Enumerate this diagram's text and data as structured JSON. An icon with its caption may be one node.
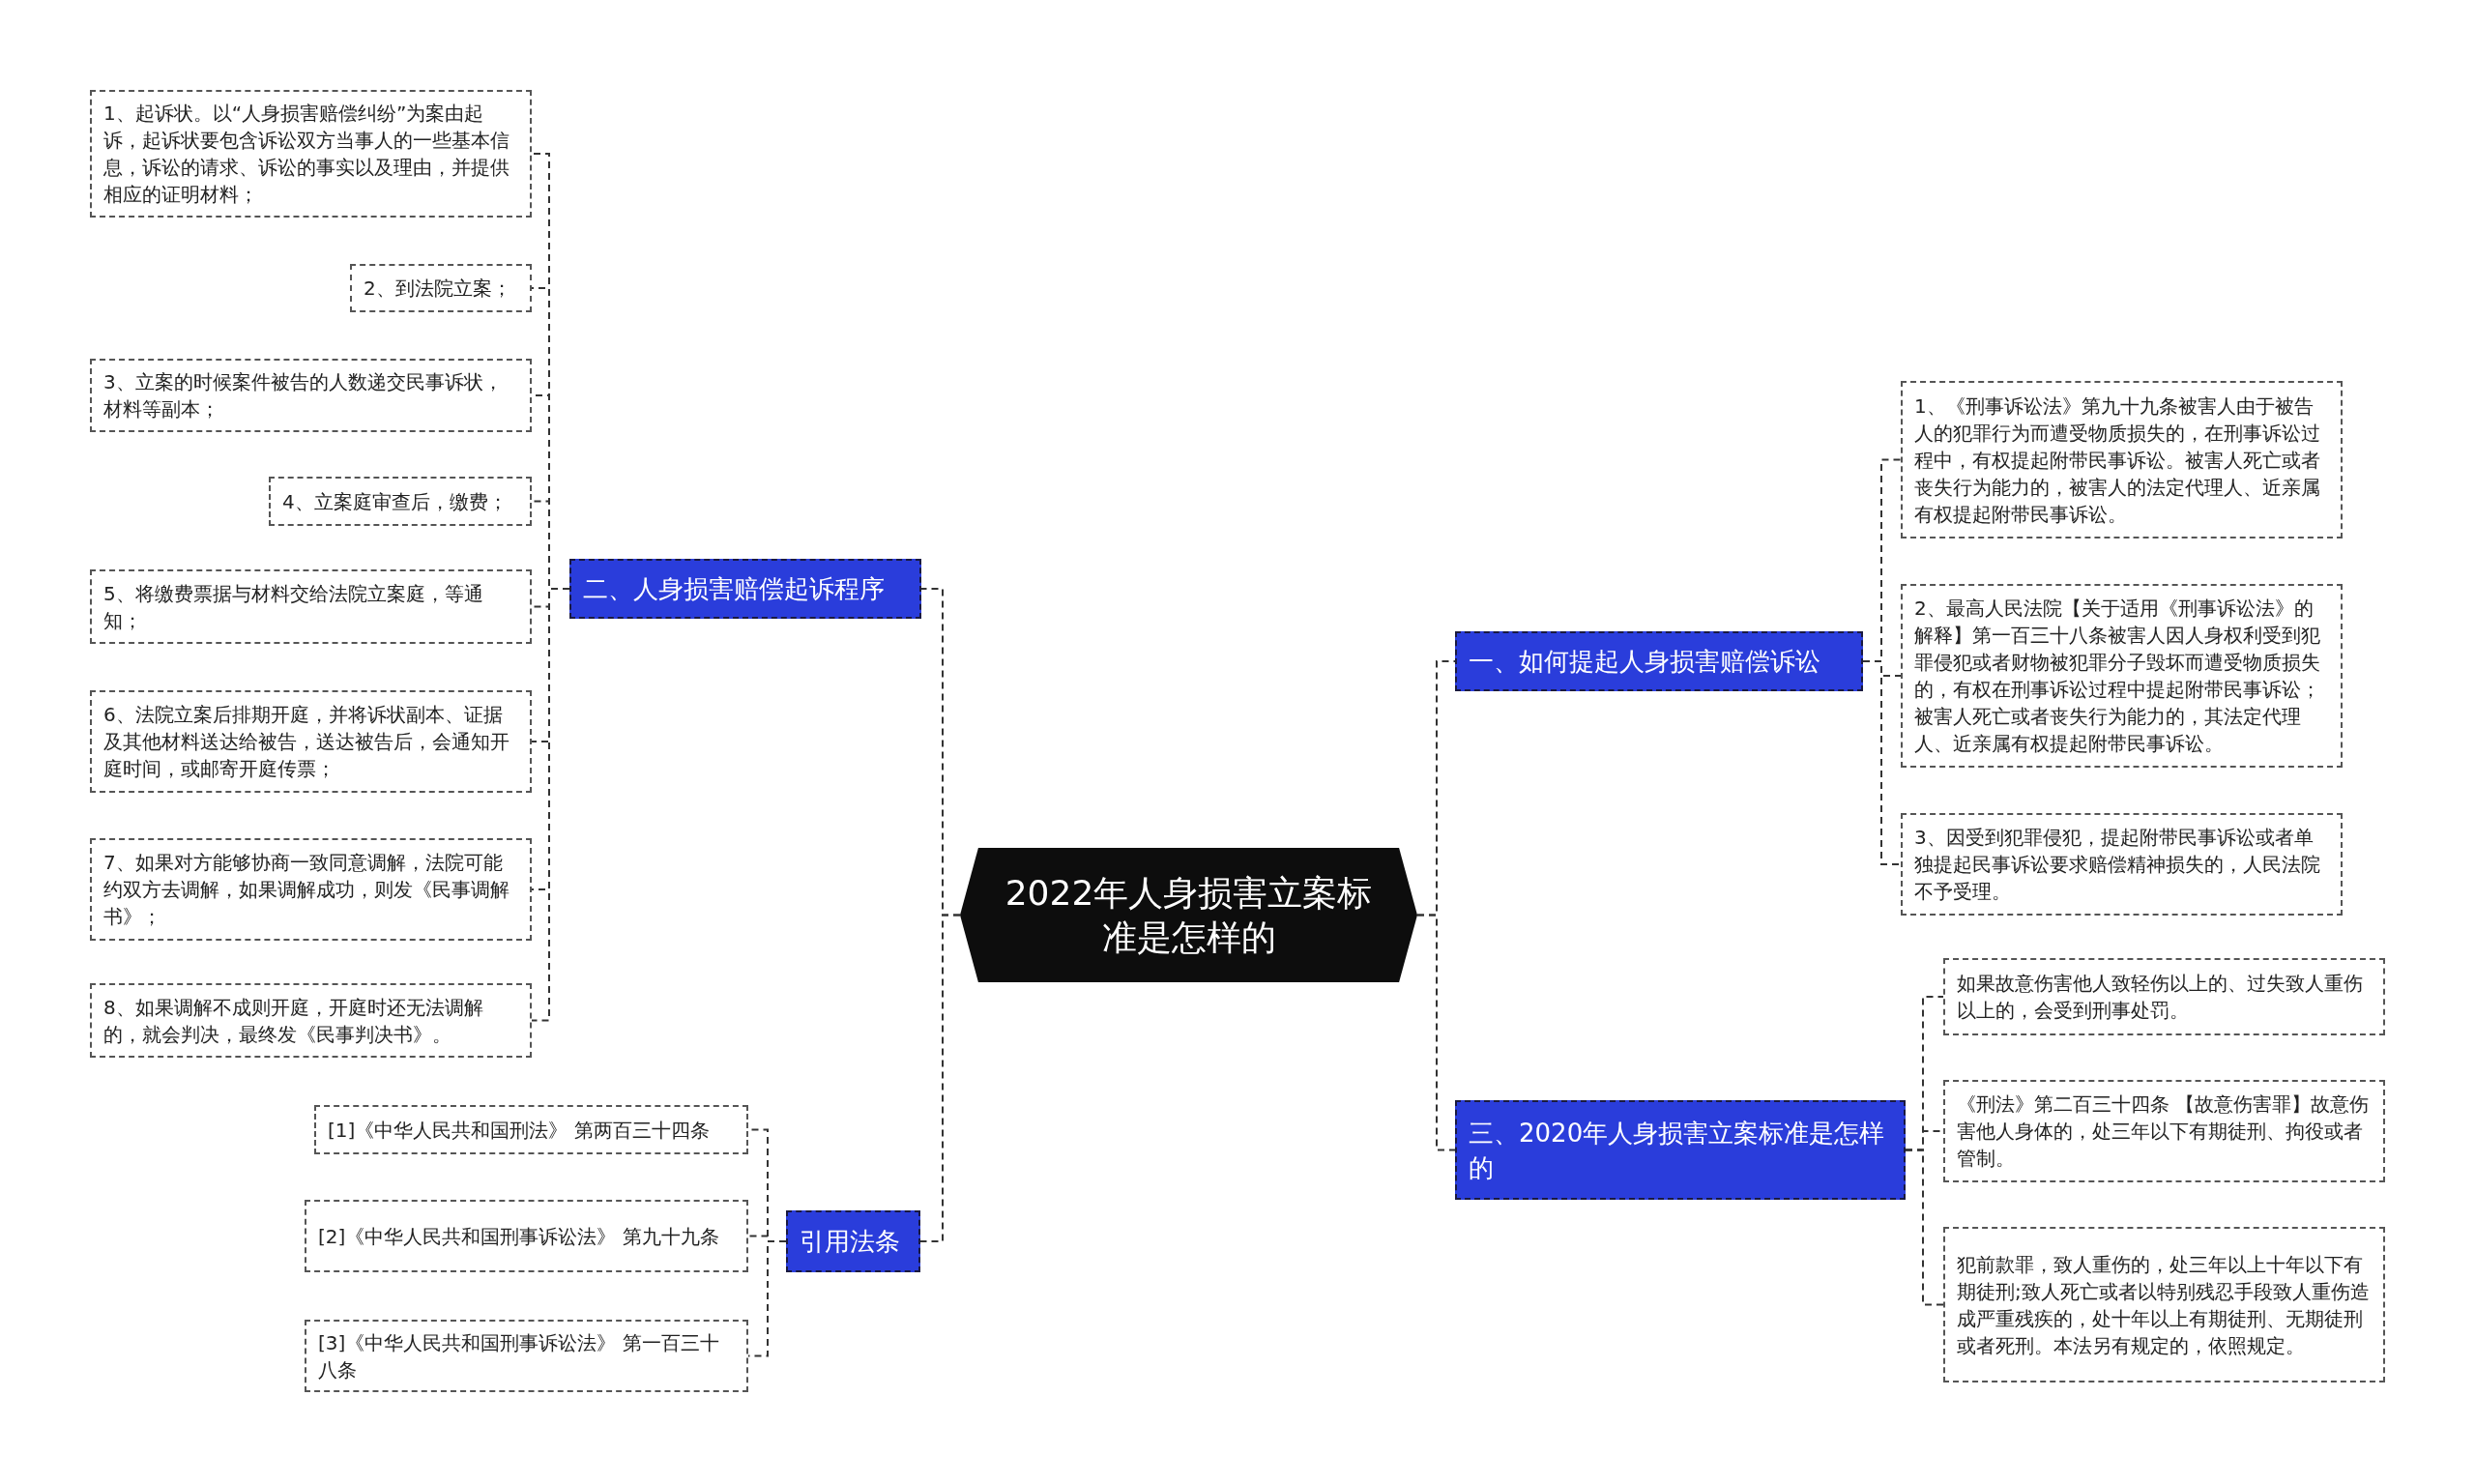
{
  "diagram": {
    "nodes": [
      {
        "text": [
          "2022年人身损害立案标准是怎样的"
        ]
      },
      {
        "text": [
          "二、人身损害赔偿起诉程序"
        ]
      },
      {
        "text": [
          "1、起诉状。以“人身损害赔偿纠纷”为案由起诉，起诉状要包含诉讼双方当事人的一些基本信息，诉讼的请求、诉讼的事实以及理由，并提供相应的证明材料；"
        ]
      },
      {
        "text": [
          "2、到法院立案；"
        ]
      },
      {
        "text": [
          "3、立案的时候案件被告的人数递交民事诉状，材料等副本；"
        ]
      },
      {
        "text": [
          "4、立案庭审查后，缴费；"
        ]
      },
      {
        "text": [
          "5、将缴费票据与材料交给法院立案庭，等通知；"
        ]
      },
      {
        "text": [
          "6、法院立案后排期开庭，并将诉状副本、证据及其他材料送达给被告，送达被告后，会通知开庭时间，或邮寄开庭传票；"
        ]
      },
      {
        "text": [
          "7、如果对方能够协商一致同意调解，法院可能约双方去调解，如果调解成功，则发《民事调解书》；"
        ]
      },
      {
        "text": [
          "8、如果调解不成则开庭，开庭时还无法调解的，就会判决，最终发《民事判决书》。"
        ]
      },
      {
        "text": [
          "引用法条"
        ]
      },
      {
        "text": [
          "[1]《中华人民共和国刑法》 第两百三十四条"
        ]
      },
      {
        "text": [
          "[2]《中华人民共和国刑事诉讼法》 第九十九条"
        ]
      },
      {
        "text": [
          "[3]《中华人民共和国刑事诉讼法》 第一百三十八条"
        ]
      },
      {
        "text": [
          "一、如何提起人身损害赔偿诉讼"
        ]
      },
      {
        "text": [
          "1、《刑事诉讼法》第九十九条被害人由于被告人的犯罪行为而遭受物质损失的，在刑事诉讼过程中，有权提起附带民事诉讼。被害人死亡或者丧失行为能力的，被害人的法定代理人、近亲属有权提起附带民事诉讼。"
        ]
      },
      {
        "text": [
          "2、最高人民法院【关于适用《刑事诉讼法》的解释】第一百三十八条被害人因人身权利受到犯罪侵犯或者财物被犯罪分子毁坏而遭受物质损失的，有权在刑事诉讼过程中提起附带民事诉讼；被害人死亡或者丧失行为能力的，其法定代理人、近亲属有权提起附带民事诉讼。"
        ]
      },
      {
        "text": [
          "3、因受到犯罪侵犯，提起附带民事诉讼或者单独提起民事诉讼要求赔偿精神损失的，人民法院不予受理。"
        ]
      },
      {
        "text": [
          "三、2020年人身损害立案标准是怎样的"
        ]
      },
      {
        "text": [
          "如果故意伤害他人致轻伤以上的、过失致人重伤以上的，会受到刑事处罚。"
        ]
      },
      {
        "text": [
          "《刑法》第二百三十四条 【故意伤害罪】故意伤害他人身体的，处三年以下有期徒刑、拘役或者管制。"
        ]
      },
      {
        "text": [
          "犯前款罪，致人重伤的，处三年以上十年以下有期徒刑;致人死亡或者以特别残忍手段致人重伤造成严重残疾的，处十年以上有期徒刑、无期徒刑或者死刑。本法另有规定的，依照规定。"
        ]
      }
    ],
    "edges": [
      {
        "from": 0,
        "to": 1,
        "arrow": "none"
      },
      {
        "from": 1,
        "to": 2,
        "arrow": "none"
      },
      {
        "from": 1,
        "to": 3,
        "arrow": "none"
      },
      {
        "from": 1,
        "to": 4,
        "arrow": "none"
      },
      {
        "from": 1,
        "to": 5,
        "arrow": "none"
      },
      {
        "from": 1,
        "to": 6,
        "arrow": "none"
      },
      {
        "from": 1,
        "to": 7,
        "arrow": "none"
      },
      {
        "from": 1,
        "to": 8,
        "arrow": "none"
      },
      {
        "from": 1,
        "to": 9,
        "arrow": "none"
      },
      {
        "from": 0,
        "to": 10,
        "arrow": "none"
      },
      {
        "from": 10,
        "to": 11,
        "arrow": "none"
      },
      {
        "from": 10,
        "to": 12,
        "arrow": "none"
      },
      {
        "from": 10,
        "to": 13,
        "arrow": "none"
      },
      {
        "from": 0,
        "to": 14,
        "arrow": "none"
      },
      {
        "from": 14,
        "to": 15,
        "arrow": "none"
      },
      {
        "from": 14,
        "to": 16,
        "arrow": "none"
      },
      {
        "from": 14,
        "to": 17,
        "arrow": "none"
      },
      {
        "from": 0,
        "to": 18,
        "arrow": "none"
      },
      {
        "from": 18,
        "to": 19,
        "arrow": "none"
      },
      {
        "from": 18,
        "to": 20,
        "arrow": "none"
      },
      {
        "from": 18,
        "to": 21,
        "arrow": "none"
      }
    ]
  }
}
